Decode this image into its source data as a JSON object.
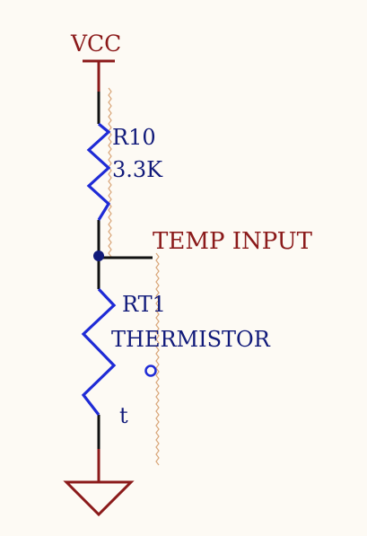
{
  "power": {
    "label": "VCC"
  },
  "resistor": {
    "designator": "R10",
    "value": "3.3K"
  },
  "net_label": {
    "text": "TEMP INPUT"
  },
  "thermistor": {
    "designator": "RT1",
    "value": "THERMISTOR",
    "symbol": "t"
  },
  "colors": {
    "background": "#fdfaf4",
    "power_symbol": "#8b1a1a",
    "wire": "#111111",
    "component": "#1f2bd6",
    "designator_text": "#111a7a",
    "net_text": "#8b1a1a",
    "guide_dots": "#d9a77a"
  }
}
